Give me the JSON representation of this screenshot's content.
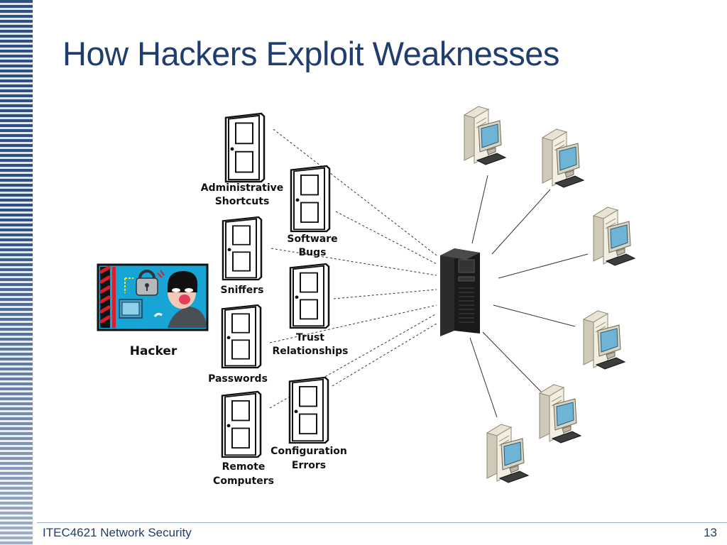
{
  "slide": {
    "title": "How Hackers Exploit Weaknesses",
    "footer": "ITEC4621 Network Security",
    "page_number": "13"
  },
  "diagram": {
    "hacker_label": "Hacker",
    "doors": [
      {
        "line1": "Administrative",
        "line2": "Shortcuts"
      },
      {
        "line1": "Software",
        "line2": "Bugs"
      },
      {
        "line1": "Sniffers",
        "line2": ""
      },
      {
        "line1": "Trust",
        "line2": "Relationships"
      },
      {
        "line1": "Passwords",
        "line2": ""
      },
      {
        "line1": "Remote",
        "line2": "Computers"
      },
      {
        "line1": "Configuration",
        "line2": "Errors"
      }
    ],
    "icons": {
      "door": "door-icon",
      "server": "server-tower-icon",
      "workstation": "desktop-computer-icon",
      "hacker": "hacker-illustration",
      "lock": "padlock-icon"
    },
    "colors": {
      "title": "#1f3d6e",
      "sidebar": "#2f5182",
      "screen": "#6fb4d4",
      "hacker_frame_bg": "#17a5d6",
      "hazard_red": "#d81e2c"
    }
  }
}
